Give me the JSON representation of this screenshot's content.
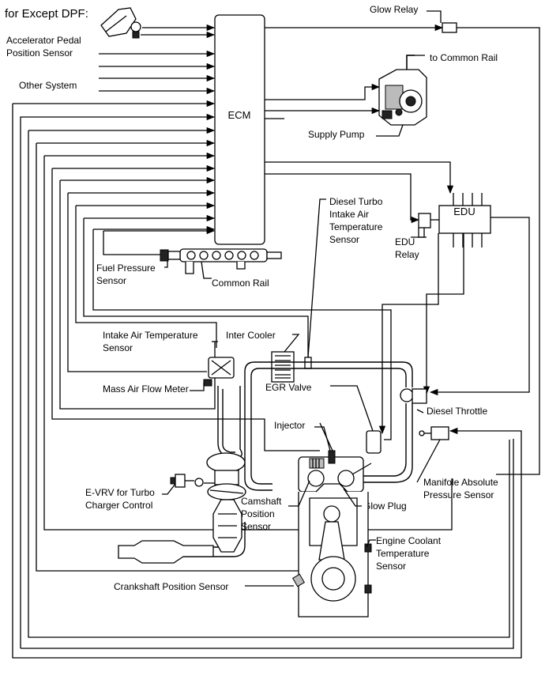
{
  "header": {
    "text": "for Except DPF:"
  },
  "boxes": {
    "ecm": "ECM",
    "edu": "EDU"
  },
  "labels": {
    "accel_1": "Accelerator Pedal",
    "accel_2": "Position Sensor",
    "other_system": "Other System",
    "glow_relay": "Glow Relay",
    "to_common_rail": "to Common Rail",
    "supply_pump": "Supply Pump",
    "fuel_pressure_1": "Fuel Pressure",
    "fuel_pressure_2": "Sensor",
    "common_rail": "Common Rail",
    "turbo_iat_1": "Diesel Turbo",
    "turbo_iat_2": "Intake Air",
    "turbo_iat_3": "Temperature",
    "turbo_iat_4": "Sensor",
    "edu_relay_1": "EDU",
    "edu_relay_2": "Relay",
    "iat_1": "Intake Air Temperature",
    "iat_2": "Sensor",
    "inter_cooler": "Inter Cooler",
    "maf": "Mass Air Flow Meter",
    "egr_valve": "EGR Valve",
    "diesel_throttle": "Diesel Throttle",
    "injector": "Injector",
    "evrv_1": "E-VRV for Turbo",
    "evrv_2": "Charger Control",
    "camshaft_1": "Camshaft",
    "camshaft_2": "Position",
    "camshaft_3": "Sensor",
    "glow_plug": "Glow Plug",
    "map_1": "Manifole Absolute",
    "map_2": "Pressure Sensor",
    "coolant_1": "Engine Coolant",
    "coolant_2": "Temperature",
    "coolant_3": "Sensor",
    "crankshaft": "Crankshaft Position Sensor"
  }
}
